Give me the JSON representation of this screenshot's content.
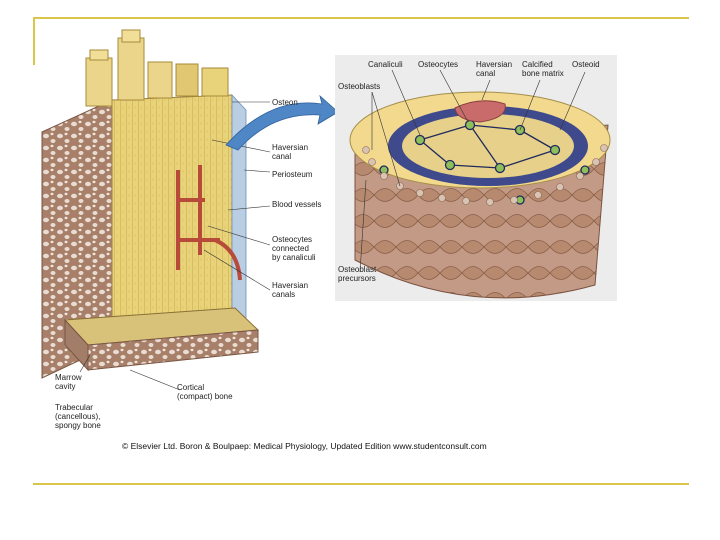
{
  "labels": {
    "osteon": "Osteon",
    "haversian_canal_left": [
      "Haversian",
      "canal"
    ],
    "periosteum": "Periosteum",
    "blood_vessels": "Blood vessels",
    "osteocytes_connected": [
      "Osteocytes",
      "connected",
      "by canaliculi"
    ],
    "haversian_canals": [
      "Haversian",
      "canals"
    ],
    "marrow_cavity": [
      "Marrow",
      "cavity"
    ],
    "trabecular_bone": [
      "Trabecular",
      "(cancellous),",
      "spongy bone"
    ],
    "cortical_bone": [
      "Cortical",
      "(compact) bone"
    ],
    "canaliculi": "Canaliculi",
    "osteocytes": "Osteocytes",
    "haversian_canal_top": [
      "Haversian",
      "canal"
    ],
    "calcified_matrix": [
      "Calcified",
      "bone matrix"
    ],
    "osteoid": "Osteoid",
    "osteoblasts": "Osteoblasts",
    "osteoblast_precursors": [
      "Osteoblast",
      "precursors"
    ]
  },
  "credit": "© Elsevier Ltd. Boron & Boulpaep: Medical Physiology, Updated Edition  www.studentconsult.com",
  "colors": {
    "frame": "#d9c64a",
    "bone_brown": "#b08870",
    "lamella_yellow": "#e8d27a",
    "arrow_blue": "#4f86c6",
    "haversian_red": "#c96b6b",
    "osteocyte_green": "#8fbf5a",
    "matrix_blue": "#3e4a8c",
    "panel_bg": "#ececec"
  }
}
